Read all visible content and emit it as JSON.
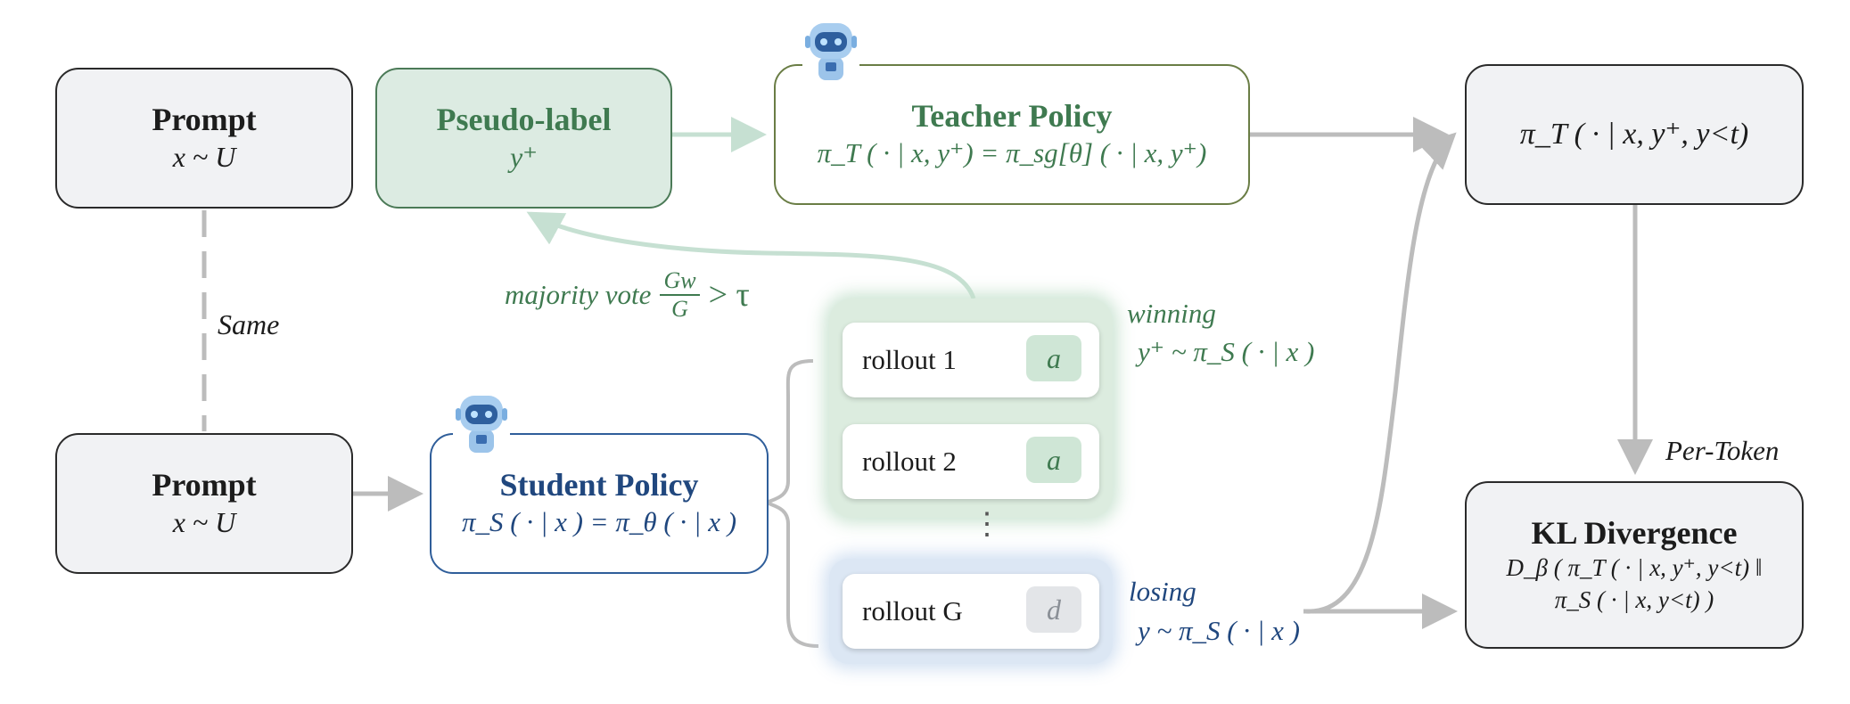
{
  "prompt_top": {
    "title": "Prompt",
    "formula": "x ~ U"
  },
  "prompt_bottom": {
    "title": "Prompt",
    "formula": "x ~ U"
  },
  "same_label": "Same",
  "pseudo_label": {
    "title": "Pseudo-label",
    "formula": "y⁺"
  },
  "teacher": {
    "title": "Teacher Policy",
    "formula": "π_T ( · | x, y⁺) = π_sg[θ] ( · | x, y⁺)"
  },
  "teacher_output": {
    "formula": "π_T ( · | x, y⁺, y<t)"
  },
  "student": {
    "title": "Student Policy",
    "formula": "π_S ( · | x ) = π_θ ( · | x )"
  },
  "majority_vote": {
    "text": "majority vote",
    "fraction_num": "Gw",
    "fraction_den": "G",
    "relation": "> τ"
  },
  "rollouts": [
    {
      "label": "rollout 1",
      "answer": "a",
      "group": "winning"
    },
    {
      "label": "rollout 2",
      "answer": "a",
      "group": "winning"
    },
    {
      "label": "rollout G",
      "answer": "d",
      "group": "losing"
    }
  ],
  "vdots": "⋮",
  "winning": {
    "label": "winning",
    "formula": "y⁺ ~ π_S ( · | x )"
  },
  "losing": {
    "label": "losing",
    "formula": "y ~ π_S ( · | x )"
  },
  "per_token_label": "Per-Token",
  "kl": {
    "title": "KL Divergence",
    "formula_line1": "D_β ( π_T ( · | x, y⁺, y<t) ‖",
    "formula_line2": "π_S ( · | x, y<t) )"
  },
  "colors": {
    "green": "#3f7a50",
    "blue": "#20477e",
    "gray_arrow": "#bcbcbc",
    "light_green_arrow": "#c6e0d2"
  },
  "icons": [
    "robot-teacher-icon",
    "robot-student-icon"
  ]
}
